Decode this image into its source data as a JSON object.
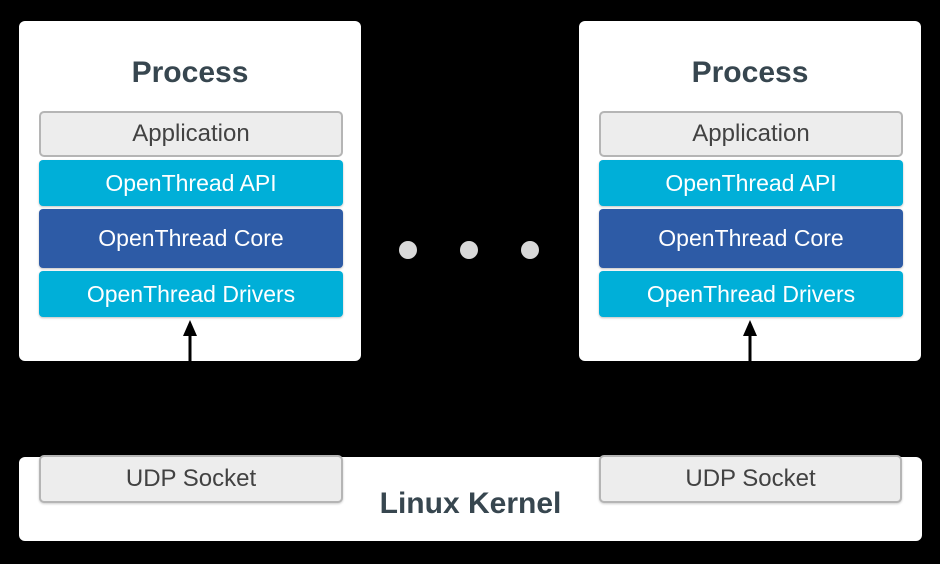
{
  "diagram": {
    "processes": [
      {
        "title": "Process",
        "layers": [
          {
            "label": "Application"
          },
          {
            "label": "OpenThread API"
          },
          {
            "label": "OpenThread Core"
          },
          {
            "label": "OpenThread Drivers"
          }
        ]
      },
      {
        "title": "Process",
        "layers": [
          {
            "label": "Application"
          },
          {
            "label": "OpenThread API"
          },
          {
            "label": "OpenThread Core"
          },
          {
            "label": "OpenThread Drivers"
          }
        ]
      }
    ],
    "separator_dots": 3,
    "kernel": {
      "label": "Linux Kernel",
      "sockets": [
        {
          "label": "UDP Socket"
        },
        {
          "label": "UDP Socket"
        }
      ]
    },
    "colors": {
      "background": "#000000",
      "panel": "#ffffff",
      "cyan": "#00afd8",
      "navy": "#2d5ba6",
      "plain_box_bg": "#ededed",
      "plain_box_border": "#b5b5b5",
      "title_text": "#37464f",
      "layer_text": "#ffffff",
      "dot": "#d9d9d9",
      "arrow": "#000000"
    }
  }
}
